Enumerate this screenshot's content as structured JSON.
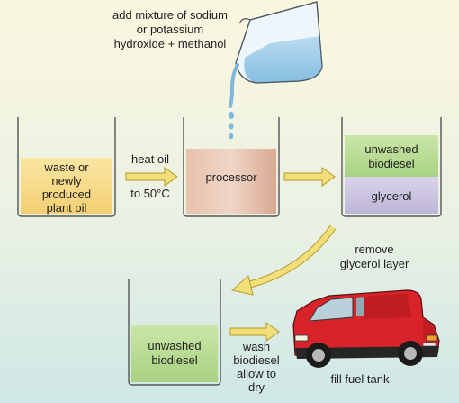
{
  "instruction": {
    "line1": "add mixture of sodium",
    "line2": "or potassium",
    "line3": "hydroxide + methanol"
  },
  "beaker1": {
    "line1": "waste or",
    "line2": "newly",
    "line3": "produced",
    "line4": "plant oil"
  },
  "step1": {
    "line1": "heat oil",
    "line2": "to 50°C"
  },
  "processor": {
    "label": "processor"
  },
  "beaker3": {
    "top_line1": "unwashed",
    "top_line2": "biodiesel",
    "bottom": "glycerol"
  },
  "step2": {
    "line1": "remove",
    "line2": "glycerol layer"
  },
  "beaker4": {
    "line1": "unwashed",
    "line2": "biodiesel"
  },
  "step3": {
    "line1": "wash",
    "line2": "biodiesel",
    "line3": "allow to",
    "line4": "dry"
  },
  "van": {
    "caption": "fill fuel tank"
  },
  "colors": {
    "oil": "#f7d98a",
    "processor_liquid": "#e2b9a2",
    "biodiesel": "#b5d98e",
    "glycerol": "#c9c2df",
    "methanol": "#9fcbe6",
    "arrow": "#f2df7a",
    "van": "#d8232a"
  }
}
